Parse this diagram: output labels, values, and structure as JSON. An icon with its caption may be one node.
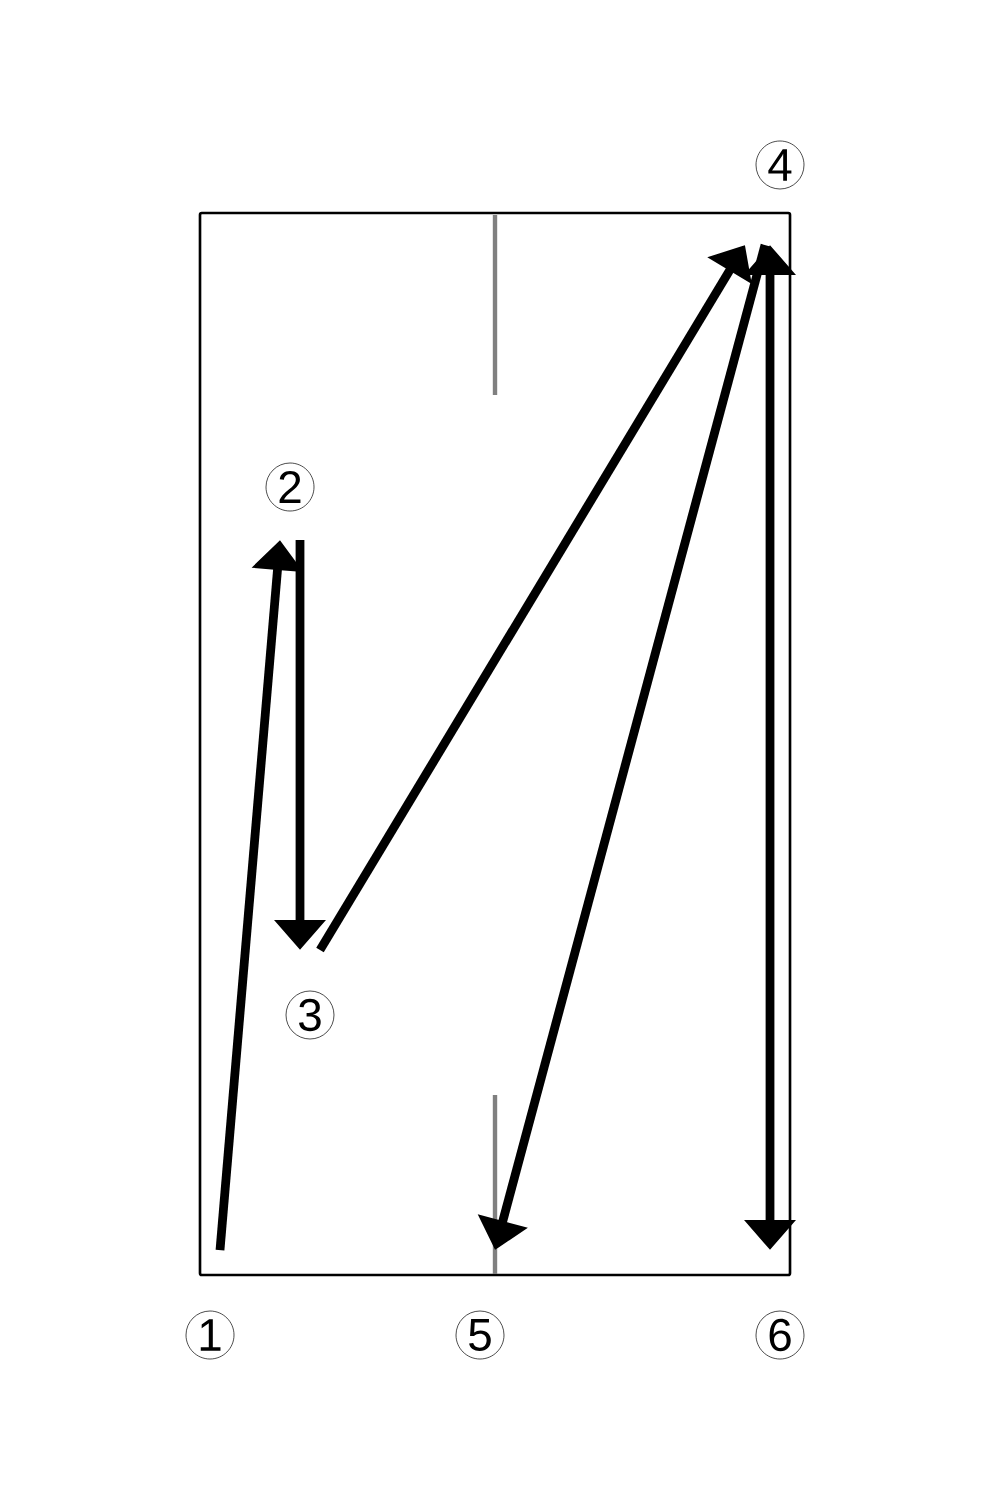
{
  "diagram": {
    "nodes": [
      {
        "text": [
          "4"
        ]
      },
      {
        "text": [
          "2"
        ]
      },
      {
        "text": [
          "3"
        ]
      },
      {
        "text": [
          "1"
        ]
      },
      {
        "text": [
          "5"
        ]
      },
      {
        "text": [
          "6"
        ]
      }
    ],
    "edges": [
      {
        "from": 3,
        "to": 1,
        "arrow": "to"
      },
      {
        "from": 1,
        "to": 2,
        "arrow": "to"
      },
      {
        "from": 2,
        "to": 0,
        "arrow": "to"
      },
      {
        "from": 0,
        "to": 4,
        "arrow": "to"
      },
      {
        "from": 0,
        "to": 5,
        "arrow": "both"
      }
    ]
  }
}
